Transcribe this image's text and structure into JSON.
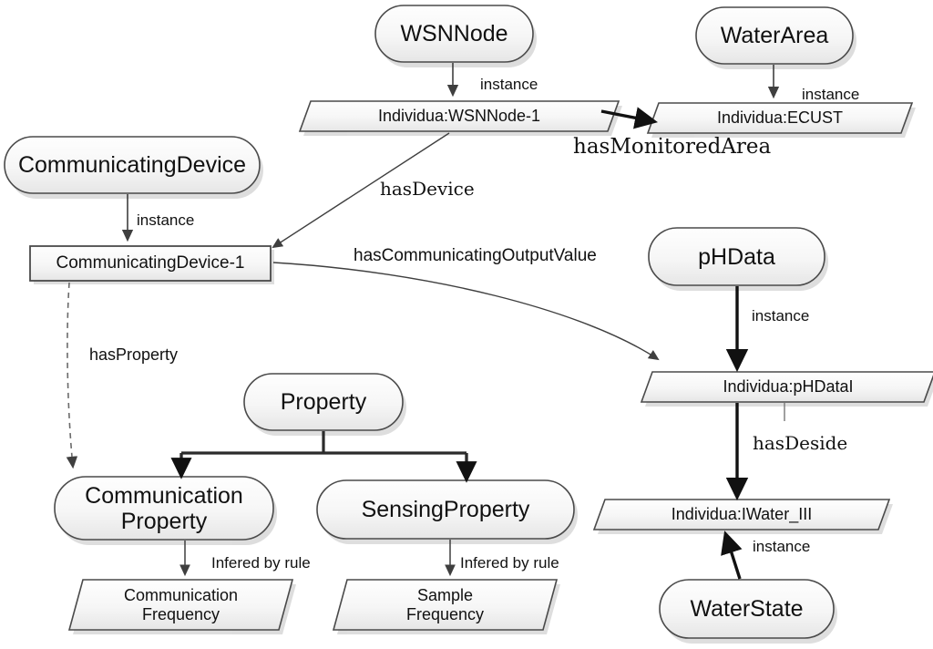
{
  "diagram": {
    "title": "Ontology instance diagram for WSN water-quality monitoring",
    "colors": {
      "shape_fill_top": "#fdfdfd",
      "shape_fill_bottom": "#ececec",
      "shape_stroke": "#4a4a4a",
      "text": "#111111",
      "edge_thin": "#555555",
      "edge_thick": "#1a1a1a",
      "shadow": "#cfcfcf"
    },
    "classes": [
      {
        "id": "wsnnode",
        "label": "WSNNode"
      },
      {
        "id": "waterarea",
        "label": "WaterArea"
      },
      {
        "id": "communicatingdevice",
        "label": "CommunicatingDevice"
      },
      {
        "id": "phdata",
        "label": "pHData"
      },
      {
        "id": "property",
        "label": "Property"
      },
      {
        "id": "communicationproperty",
        "label": "Communication\nProperty"
      },
      {
        "id": "sensingproperty",
        "label": "SensingProperty"
      },
      {
        "id": "waterstate",
        "label": "WaterState"
      }
    ],
    "individuals": [
      {
        "id": "ind-wsnnode1",
        "label": "Individua:WSNNode-1"
      },
      {
        "id": "ind-ecust",
        "label": "Individua:ECUST"
      },
      {
        "id": "ind-phdatai",
        "label": "Individua:pHDataI"
      },
      {
        "id": "ind-iwater3",
        "label": "Individua:IWater_III"
      },
      {
        "id": "commfreq",
        "label": "Communication\nFrequency"
      },
      {
        "id": "samplefreq",
        "label": "Sample\nFrequency"
      }
    ],
    "instances": [
      {
        "id": "commdevice1",
        "label": "CommunicatingDevice-1"
      }
    ],
    "edges": [
      {
        "id": "e1",
        "label": "instance",
        "from": "wsnnode",
        "to": "ind-wsnnode1",
        "style": "thin-arrow"
      },
      {
        "id": "e2",
        "label": "instance",
        "from": "waterarea",
        "to": "ind-ecust",
        "style": "thin-arrow"
      },
      {
        "id": "e3",
        "label": "hasMonitoredArea",
        "from": "ind-wsnnode1",
        "to": "ind-ecust",
        "style": "thick-arrow"
      },
      {
        "id": "e4",
        "label": "hasDevice",
        "from": "ind-wsnnode1",
        "to": "commdevice1",
        "style": "thin-arrow"
      },
      {
        "id": "e5",
        "label": "instance",
        "from": "communicatingdevice",
        "to": "commdevice1",
        "style": "thin-arrow"
      },
      {
        "id": "e6",
        "label": "hasCommunicatingOutputValue",
        "from": "commdevice1",
        "to": "ind-phdatai",
        "style": "thin-curve-arrow"
      },
      {
        "id": "e7",
        "label": "instance",
        "from": "phdata",
        "to": "ind-phdatai",
        "style": "thick-arrow"
      },
      {
        "id": "e8",
        "label": "hasDeside",
        "from": "ind-phdatai",
        "to": "ind-iwater3",
        "style": "thick-arrow"
      },
      {
        "id": "e9",
        "label": "instance",
        "from": "waterstate",
        "to": "ind-iwater3",
        "style": "thick-arrow"
      },
      {
        "id": "e10",
        "label": "hasProperty",
        "from": "commdevice1",
        "to": "communicationproperty",
        "style": "dashed-arrow"
      },
      {
        "id": "e11",
        "label": "",
        "from": "property",
        "to": "communicationproperty",
        "style": "thick-tree"
      },
      {
        "id": "e12",
        "label": "",
        "from": "property",
        "to": "sensingproperty",
        "style": "thick-tree"
      },
      {
        "id": "e13",
        "label": "Infered by rule",
        "from": "communicationproperty",
        "to": "commfreq",
        "style": "thin-arrow"
      },
      {
        "id": "e14",
        "label": "Infered by rule",
        "from": "sensingproperty",
        "to": "samplefreq",
        "style": "thin-arrow"
      }
    ]
  }
}
